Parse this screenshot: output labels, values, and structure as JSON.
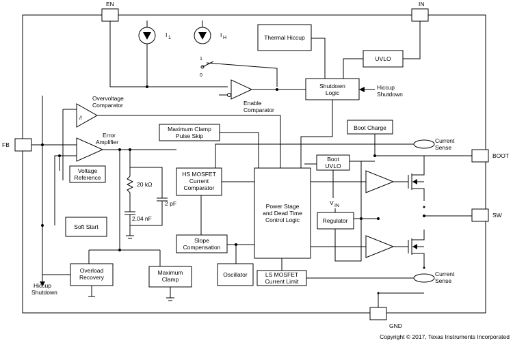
{
  "pins": {
    "en": "EN",
    "in": "IN",
    "fb": "FB",
    "boot": "BOOT",
    "sw": "SW",
    "gnd": "GND"
  },
  "sources": {
    "i1": "I",
    "i1_sub": "1",
    "ih": "I",
    "ih_sub": "H"
  },
  "blocks": {
    "thermal_hiccup": "Thermal Hiccup",
    "uvlo": "UVLO",
    "shutdown_logic": [
      "Shutdown",
      "Logic"
    ],
    "hiccup_shutdown_right": [
      "Hiccup",
      "Shutdown"
    ],
    "enable_comparator": [
      "Enable",
      "Comparator"
    ],
    "overvoltage_comparator": [
      "Overvoltage",
      "Comparator"
    ],
    "error_amplifier": [
      "Error",
      "Amplifier"
    ],
    "voltage_reference": [
      "Voltage",
      "Reference"
    ],
    "max_clamp_pulse_skip": [
      "Maximum Clamp",
      "Pulse Skip"
    ],
    "boot_charge": "Boot Charge",
    "current_sense_top": [
      "Current",
      "Sense"
    ],
    "boot_uvlo": [
      "Boot",
      "UVLO"
    ],
    "hs_mosfet": [
      "HS MOSFET",
      "Current",
      "Comparator"
    ],
    "power_stage": [
      "Power Stage",
      "and Dead Time",
      "Control Logic"
    ],
    "vin": "V",
    "vin_sub": "IN",
    "regulator": "Regulator",
    "r_value": "20 kΩ",
    "c_small": "2 pF",
    "c_large": "2.04 nF",
    "soft_start": "Soft Start",
    "slope_comp": [
      "Slope",
      "Compensation"
    ],
    "overload_recovery": [
      "Overload",
      "Recovery"
    ],
    "maximum_clamp": [
      "Maximum",
      "Clamp"
    ],
    "oscillator": "Oscillator",
    "ls_mosfet": [
      "LS MOSFET",
      "Current Limit"
    ],
    "current_sense_bottom": [
      "Current",
      "Sense"
    ],
    "hiccup_shutdown_left": [
      "Hiccup",
      "Shutdown"
    ],
    "switch_zero": "0",
    "switch_one": "1"
  },
  "copyright": "Copyright © 2017, Texas Instruments Incorporated"
}
